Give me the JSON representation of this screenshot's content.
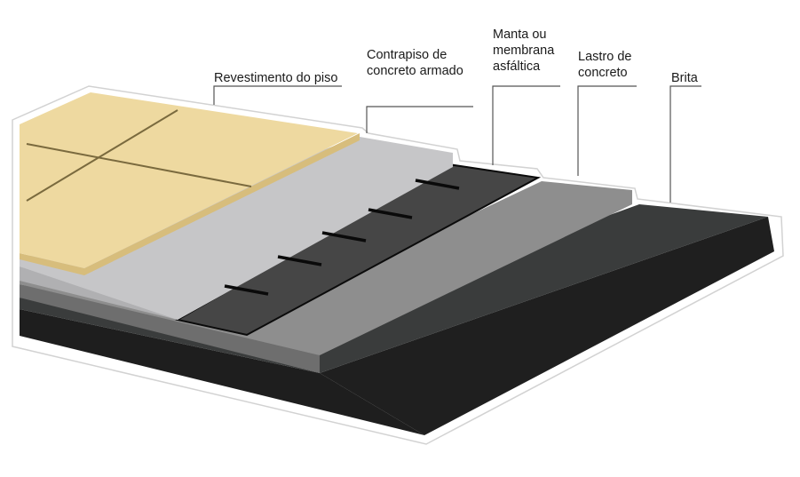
{
  "labels": {
    "floor_finish": "Revestimento do piso",
    "subfloor": "Contrapiso de\nconcreto armado",
    "membrane": "Manta ou\nmembrana\nasfáltica",
    "concrete_ballast": "Lastro de\nconcreto",
    "gravel": "Brita"
  },
  "colors": {
    "tile": "#eed9a0",
    "tile_edge": "#d7bd7c",
    "tile_grout": "#7a6a3e",
    "subfloor_top": "#c6c6c8",
    "subfloor_side": "#b0b0b2",
    "membrane": "#464646",
    "membrane_strokes": "#0a0a0a",
    "ballast_top": "#8e8e8e",
    "ballast_side": "#6e6e6e",
    "gravel_top": "#3a3c3c",
    "gravel_side": "#1f1f1f",
    "leader": "#555555"
  }
}
